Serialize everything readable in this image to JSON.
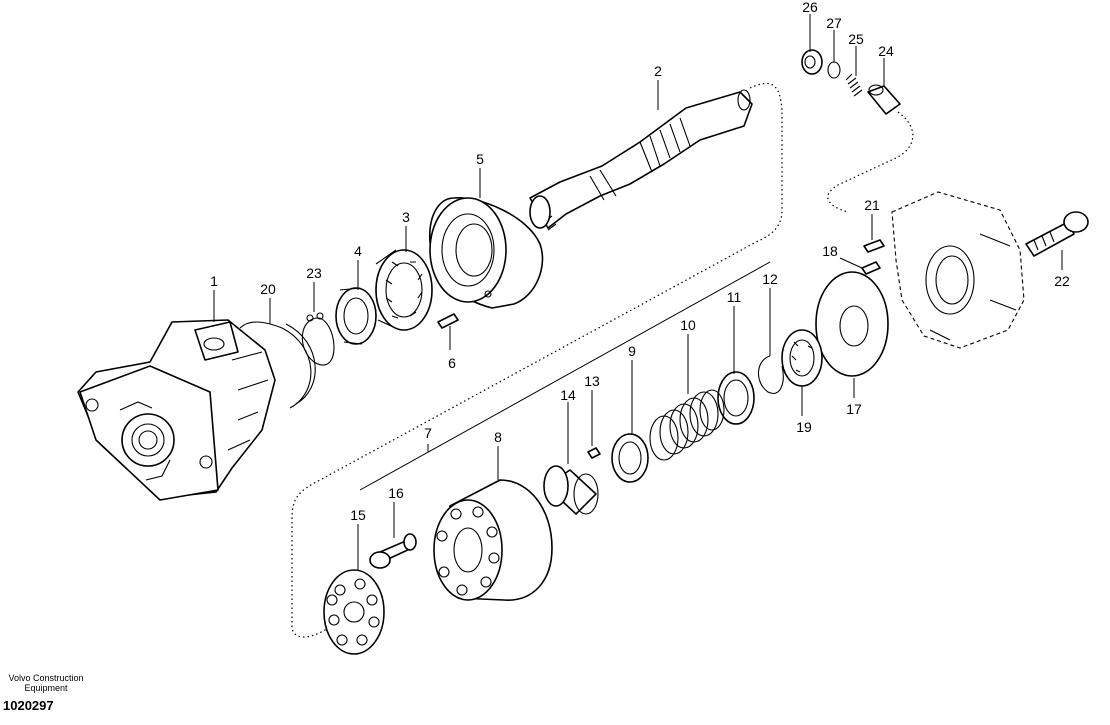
{
  "labels": {
    "p1": "1",
    "p2": "2",
    "p3": "3",
    "p4": "4",
    "p5": "5",
    "p6": "6",
    "p7": "7",
    "p8": "8",
    "p9": "9",
    "p10": "10",
    "p11": "11",
    "p12": "12",
    "p13": "13",
    "p14": "14",
    "p15": "15",
    "p16": "16",
    "p17": "17",
    "p18": "18",
    "p19": "19",
    "p20": "20",
    "p21": "21",
    "p22": "22",
    "p23": "23",
    "p24": "24",
    "p25": "25",
    "p26": "26",
    "p27": "27"
  },
  "footer": {
    "company_line1": "Volvo Construction",
    "company_line2": "Equipment",
    "drawing_number": "1020297"
  }
}
